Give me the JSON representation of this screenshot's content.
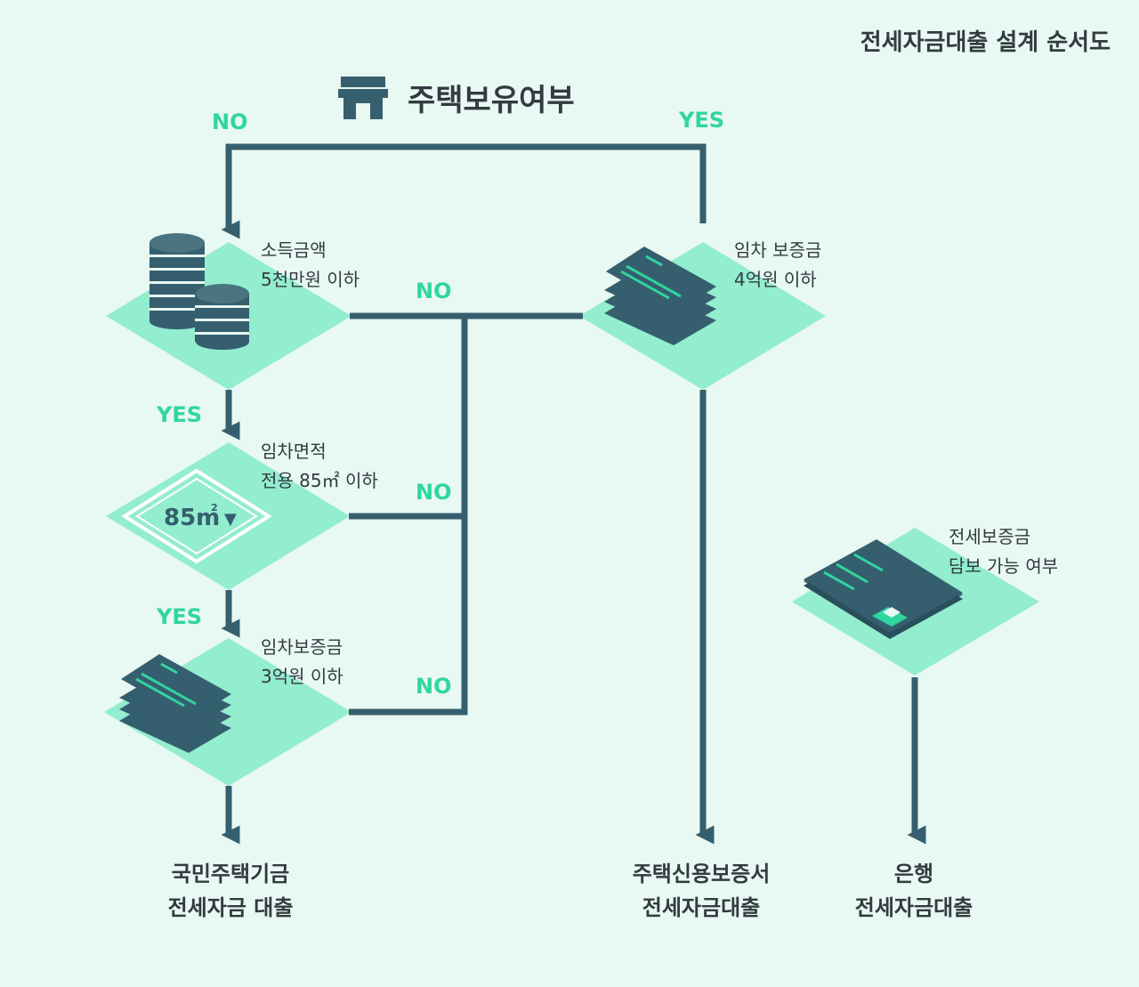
{
  "title": "전세자금대출 설계 순서도",
  "header": {
    "label": "주택보유여부",
    "icon": "house-icon"
  },
  "branches": {
    "header_no": "NO",
    "header_yes": "YES",
    "income_yes": "YES",
    "area_yes": "YES",
    "income_no": "NO",
    "area_no": "NO",
    "deposit3_no": "NO"
  },
  "decisions": {
    "income": {
      "line1": "소득금액",
      "line2": "5천만원 이하",
      "icon": "coin-stack-icon"
    },
    "area": {
      "line1": "임차면적",
      "line2": "전용 85㎡ 이하",
      "badge": "85m",
      "badge_sup": "2",
      "badge_arrow": "▼",
      "icon": "area-badge-icon"
    },
    "deposit3": {
      "line1": "임차보증금",
      "line2": "3억원 이하",
      "icon": "document-stack-icon"
    },
    "deposit4": {
      "line1": "임차 보증금",
      "line2": "4억원 이하",
      "icon": "document-stack-icon"
    },
    "collateral": {
      "line1": "전세보증금",
      "line2": "담보 가능 여부",
      "icon": "document-check-icon"
    }
  },
  "results": {
    "national": {
      "line1": "국민주택기금",
      "line2": "전세자금 대출"
    },
    "hug": {
      "line1": "주택신용보증서",
      "line2": "전세자금대출"
    },
    "bank": {
      "line1": "은행",
      "line2": "전세자금대출"
    }
  },
  "colors": {
    "background": "#e8f8f2",
    "diamond": "#93edcf",
    "line": "#355f6e",
    "accent": "#2fd6a0",
    "text": "#333a40"
  }
}
